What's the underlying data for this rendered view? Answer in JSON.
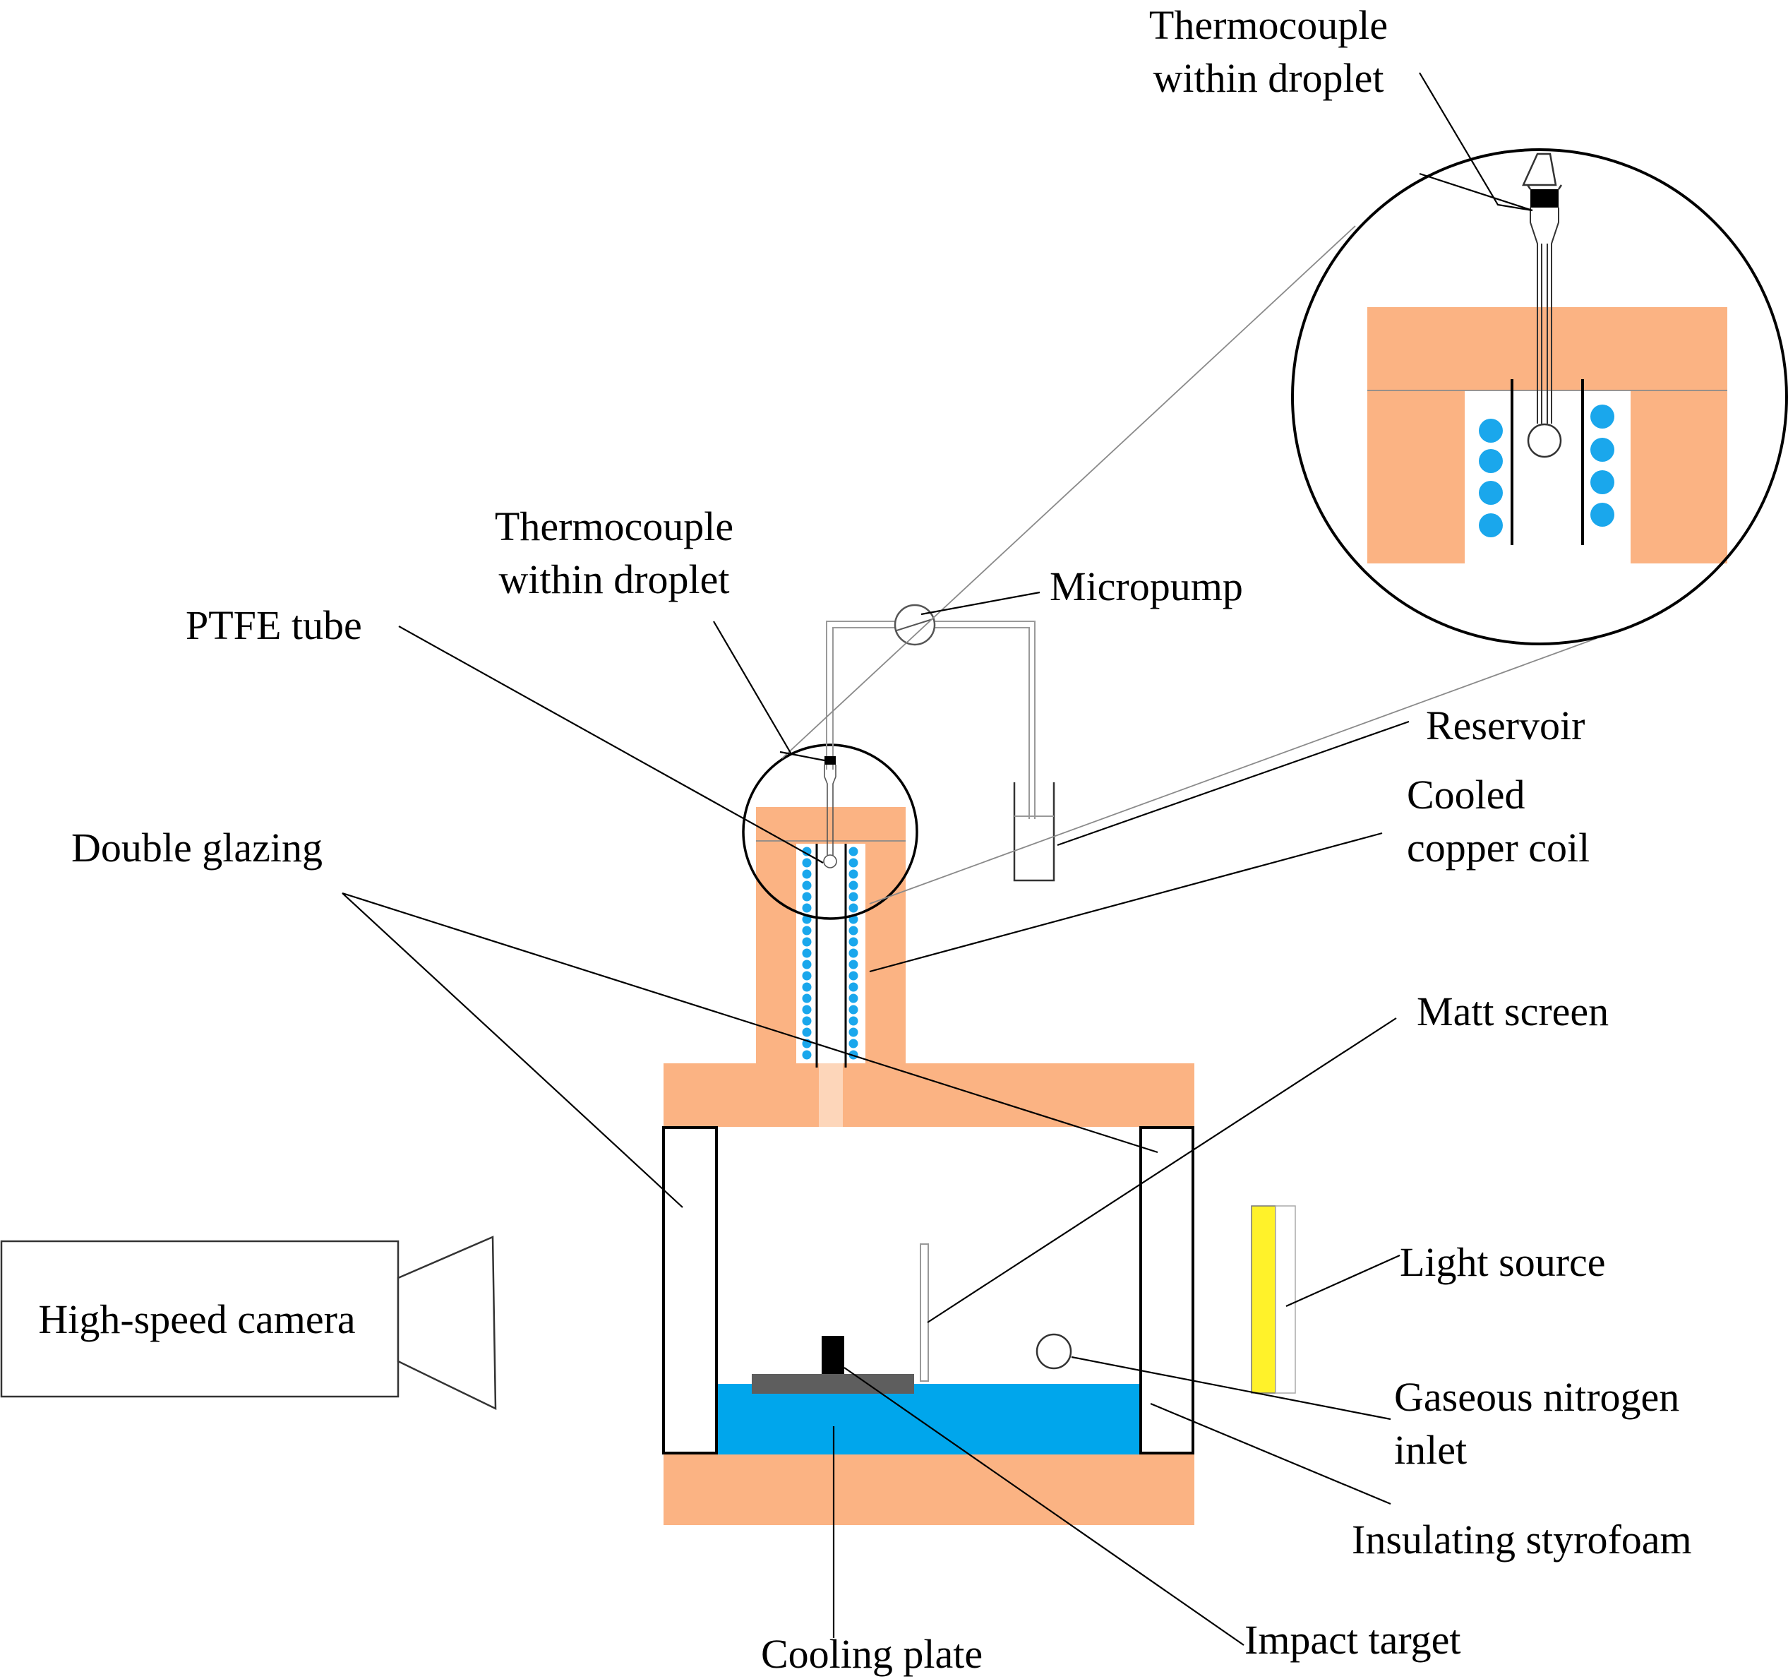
{
  "labels": {
    "thermocouple_top": [
      "Thermocouple",
      "within droplet"
    ],
    "thermocouple_mid": [
      "Thermocouple",
      "within droplet"
    ],
    "micropump": "Micropump",
    "ptfe_tube": "PTFE tube",
    "reservoir": "Reservoir",
    "cooled_copper_coil": [
      "Cooled",
      "copper coil"
    ],
    "double_glazing": "Double glazing",
    "matt_screen": "Matt screen",
    "light_source": "Light source",
    "gaseous_nitrogen_inlet": [
      "Gaseous nitrogen",
      "inlet"
    ],
    "insulating_styrofoam": "Insulating styrofoam",
    "high_speed_camera": "High-speed camera",
    "cooling_plate": "Cooling plate",
    "impact_target": "Impact target"
  },
  "colors": {
    "styrofoam": "#FBB383",
    "coolant": "#00A6EC",
    "coil": "#1AA7EC",
    "light": "#FFF22A",
    "target_base": "#5E5E5E",
    "target": "#000000"
  }
}
